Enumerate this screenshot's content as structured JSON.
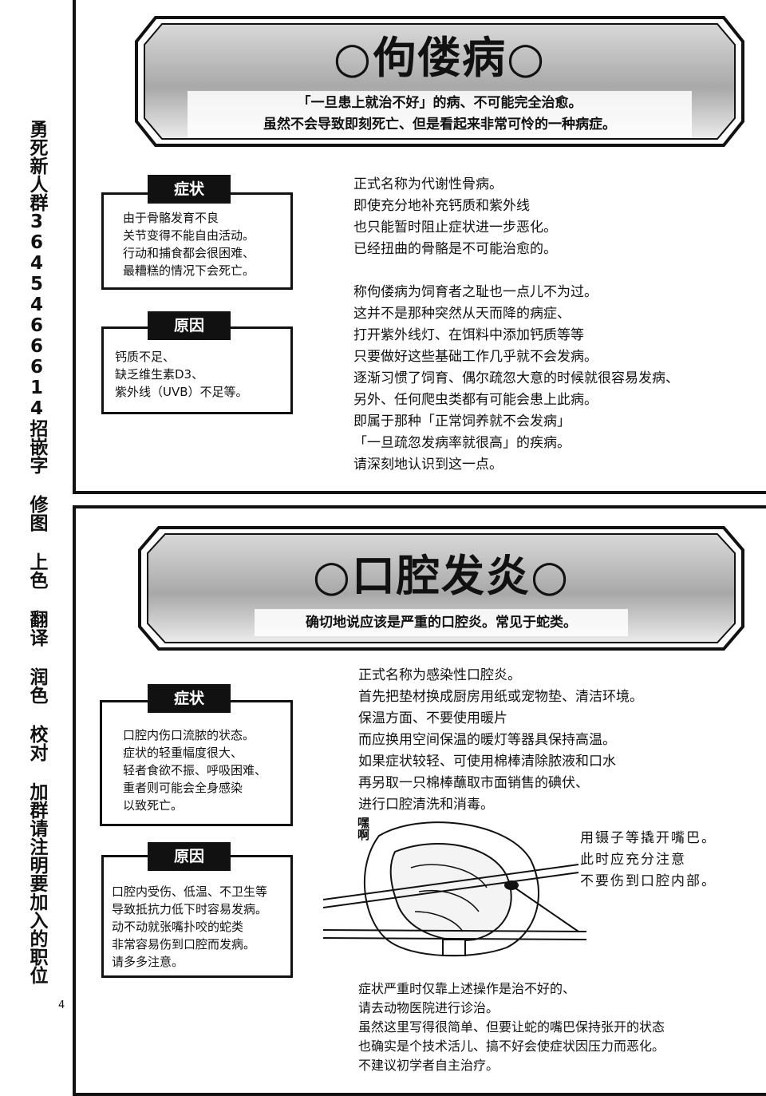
{
  "credit": {
    "text": "勇死新人群3645466614招嵌字 修图 上色 翻译 润色 校对 加群请注明要加入的职位"
  },
  "page_number": "4",
  "section1": {
    "title": "○佝偻病○",
    "subtitle_lines": [
      "「一旦患上就治不好」的病、不可能完全治愈。",
      "虽然不会导致即刻死亡、但是看起来非常可怜的一种病症。"
    ],
    "symptoms": {
      "label": "症状",
      "body": "由于骨骼发育不良\n关节变得不能自由活动。\n行动和捕食都会很困难、\n最糟糕的情况下会死亡。"
    },
    "cause": {
      "label": "原因",
      "body": "钙质不足、\n缺乏维生素D3、\n紫外线（UVB）不足等。"
    },
    "main_text": "正式名称为代谢性骨病。\n即使充分地补充钙质和紫外线\n也只能暂时阻止症状进一步恶化。\n已经扭曲的骨骼是不可能治愈的。\n\n称佝偻病为饲育者之耻也一点儿不为过。\n这并不是那种突然从天而降的病症、\n打开紫外线灯、在饵料中添加钙质等等\n只要做好这些基础工作几乎就不会发病。\n逐渐习惯了饲育、偶尔疏忽大意的时候就很容易发病、\n另外、任何爬虫类都有可能会患上此病。\n即属于那种「正常饲养就不会发病」\n「一旦疏忽发病率就很高」的疾病。\n请深刻地认识到这一点。"
  },
  "section2": {
    "title": "○口腔发炎○",
    "subtitle": "确切地说应该是严重的口腔炎。常见于蛇类。",
    "symptoms": {
      "label": "症状",
      "body": "口腔内伤口流脓的状态。\n症状的轻重幅度很大、\n轻者食欲不振、呼吸困难、\n重者则可能会全身感染\n以致死亡。"
    },
    "cause": {
      "label": "原因",
      "body": "口腔内受伤、低温、不卫生等\n导致抵抗力低下时容易发病。\n动不动就张嘴扑咬的蛇类\n非常容易伤到口腔而发病。\n请多多注意。"
    },
    "main_text": "正式名称为感染性口腔炎。\n首先把垫材换成厨房用纸或宠物垫、清洁环境。\n保温方面、不要使用暖片\n而应换用空间保温的暖灯等器具保持高温。\n如果症状较轻、可使用棉棒清除脓液和口水\n再另取一只棉棒蘸取市面销售的碘伏、\n进行口腔清洗和消毒。",
    "sfx": "嘿啊",
    "handwritten_note": "用镊子等撬开嘴巴。\n此时应充分注意\n不要伤到口腔内部。",
    "bottom_text": "症状严重时仅靠上述操作是治不好的、\n请去动物医院进行诊治。\n虽然这里写得很简单、但要让蛇的嘴巴保持张开的状态\n也确实是个技术活儿、搞不好会使症状因压力而恶化。\n不建议初学者自主治疗。"
  }
}
